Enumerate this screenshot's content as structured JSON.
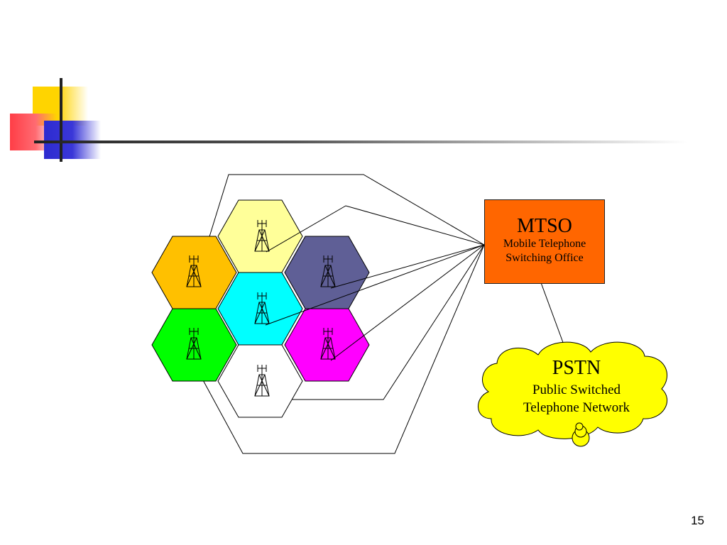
{
  "mtso": {
    "title": "MTSO",
    "subtitle": "Mobile Telephone\nSwitching Office",
    "color": "#ff6600"
  },
  "pstn": {
    "title": "PSTN",
    "subtitle": "Public Switched\nTelephone Network",
    "color": "#ffff00"
  },
  "cells": [
    {
      "name": "yellow-cell",
      "color": "#ffff99"
    },
    {
      "name": "orange-cell",
      "color": "#ffc000"
    },
    {
      "name": "purple-cell",
      "color": "#5f5f96"
    },
    {
      "name": "cyan-cell",
      "color": "#00ffff"
    },
    {
      "name": "green-cell",
      "color": "#00ff00"
    },
    {
      "name": "magenta-cell",
      "color": "#ff00ff"
    },
    {
      "name": "white-cell",
      "color": "#ffffff"
    }
  ],
  "icons": [
    "cell-tower-icon",
    "cloud-icon"
  ],
  "page_number": "15"
}
